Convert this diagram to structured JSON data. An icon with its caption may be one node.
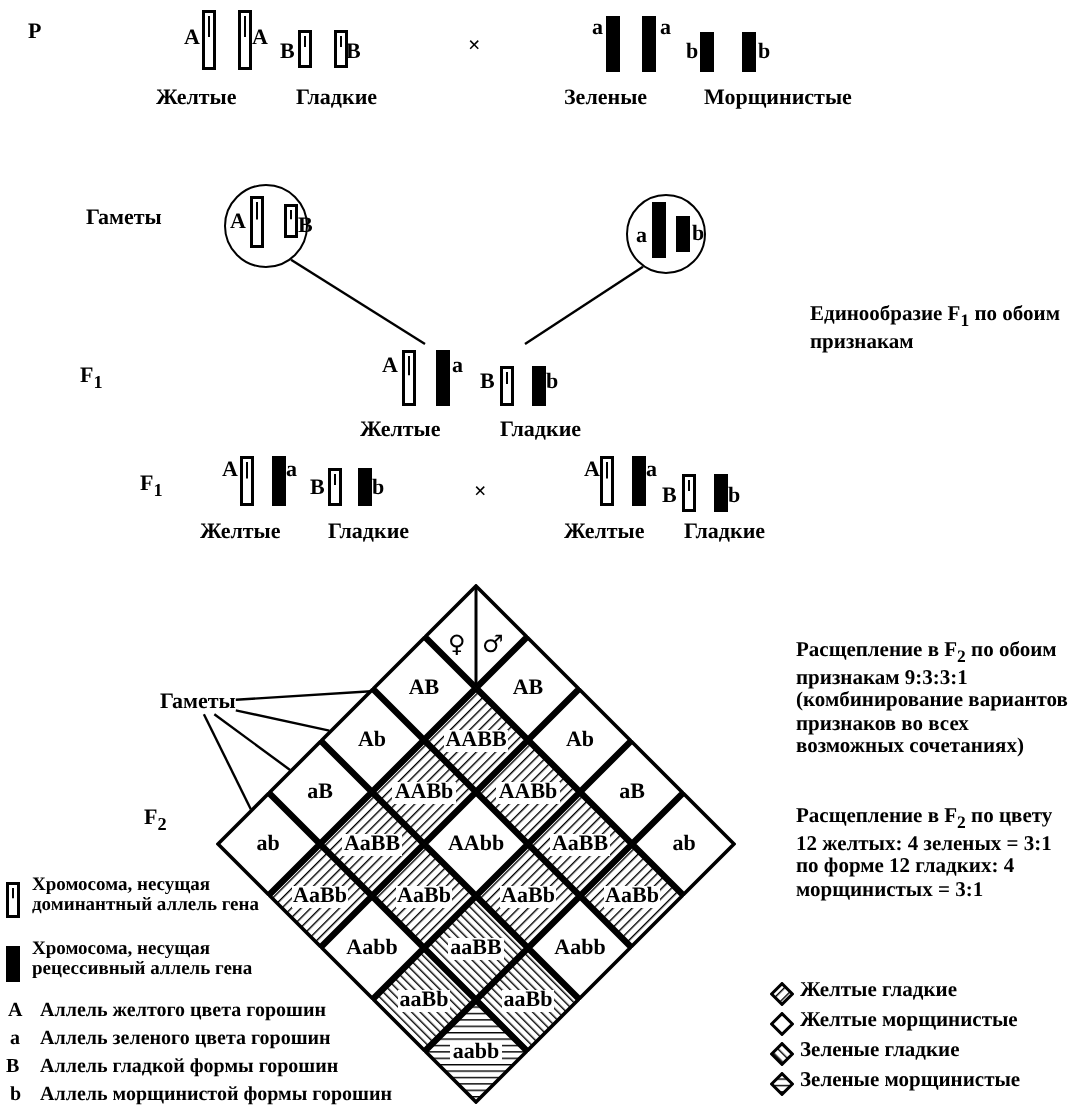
{
  "diagram": {
    "nodes": [
      {
        "text": [
          "A",
          "B"
        ]
      },
      {
        "text": [
          "a",
          "b"
        ]
      },
      {
        "text": [
          "A",
          "a",
          "B",
          "b",
          "Желтые",
          "Гладкие"
        ]
      },
      {
        "text": [
          "Гаметы"
        ]
      },
      {
        "text": [
          "♀",
          "♂"
        ]
      },
      {
        "text": [
          "AB"
        ]
      },
      {
        "text": [
          "AB"
        ]
      },
      {
        "text": [
          "Ab"
        ]
      },
      {
        "text": [
          "AABB"
        ]
      },
      {
        "text": [
          "Ab"
        ]
      },
      {
        "text": [
          "aB"
        ]
      },
      {
        "text": [
          "AABb"
        ]
      },
      {
        "text": [
          "AABb"
        ]
      },
      {
        "text": [
          "aB"
        ]
      },
      {
        "text": [
          "ab"
        ]
      },
      {
        "text": [
          "AaBB"
        ]
      },
      {
        "text": [
          "AAbb"
        ]
      },
      {
        "text": [
          "AaBB"
        ]
      },
      {
        "text": [
          "ab"
        ]
      },
      {
        "text": [
          "AaBb"
        ]
      },
      {
        "text": [
          "AaBb"
        ]
      },
      {
        "text": [
          "AaBb"
        ]
      },
      {
        "text": [
          "AaBb"
        ]
      },
      {
        "text": [
          "Aabb"
        ]
      },
      {
        "text": [
          "aaBB"
        ]
      },
      {
        "text": [
          "Aabb"
        ]
      },
      {
        "text": [
          "aaBb"
        ]
      },
      {
        "text": [
          "aaBb"
        ]
      },
      {
        "text": [
          "aabb"
        ]
      }
    ],
    "edges": [
      {
        "from": 0,
        "to": 2,
        "arrow": "none"
      },
      {
        "from": 1,
        "to": 2,
        "arrow": "none"
      },
      {
        "from": 3,
        "to": 5,
        "arrow": "none"
      },
      {
        "from": 3,
        "to": 7,
        "arrow": "none"
      },
      {
        "from": 3,
        "to": 10,
        "arrow": "none"
      },
      {
        "from": 3,
        "to": 14,
        "arrow": "none"
      }
    ],
    "labels": [
      "P",
      "A",
      "A",
      "B",
      "B",
      "×",
      "a",
      "a",
      "b",
      "b",
      "Желтые",
      "Гладкие",
      "Зеленые",
      "Морщинистые",
      "Гаметы",
      "Единообразие F$_{1}$ по обоим признакам",
      "F$_{1}$",
      "F$_{1}$",
      "A",
      "a",
      "B",
      "b",
      "×",
      "A",
      "a",
      "B",
      "b",
      "Желтые",
      "Гладкие",
      "Желтые",
      "Гладкие",
      "Расщепление в F$_{2}$ по обоим признакам 9:3:3:1 (комбинирование вариантов признаков во всех возможных сочетаниях)",
      "F$_{2}$",
      "Расщепление в F$_{2}$ по цвету 12 желтых: 4 зеленых = 3:1 по форме 12 гладких: 4 морщинистых = 3:1",
      "A",
      "Аллель желтого цвета горошин",
      "a",
      "Аллель зеленого цвета горошин",
      "B",
      "Аллель гладкой формы горошин",
      "b",
      "Аллель морщинистой формы горошин"
    ],
    "legend": [
      {
        "text": "Хромосома, несущая доминантный аллель гена"
      },
      {
        "text": "Хромосома, несущая рецессивный аллель гена"
      },
      {
        "text": "Желтые гладкие"
      },
      {
        "text": "Желтые морщинистые"
      },
      {
        "text": "Зеленые гладкие"
      },
      {
        "text": "Зеленые морщинистые"
      }
    ]
  }
}
